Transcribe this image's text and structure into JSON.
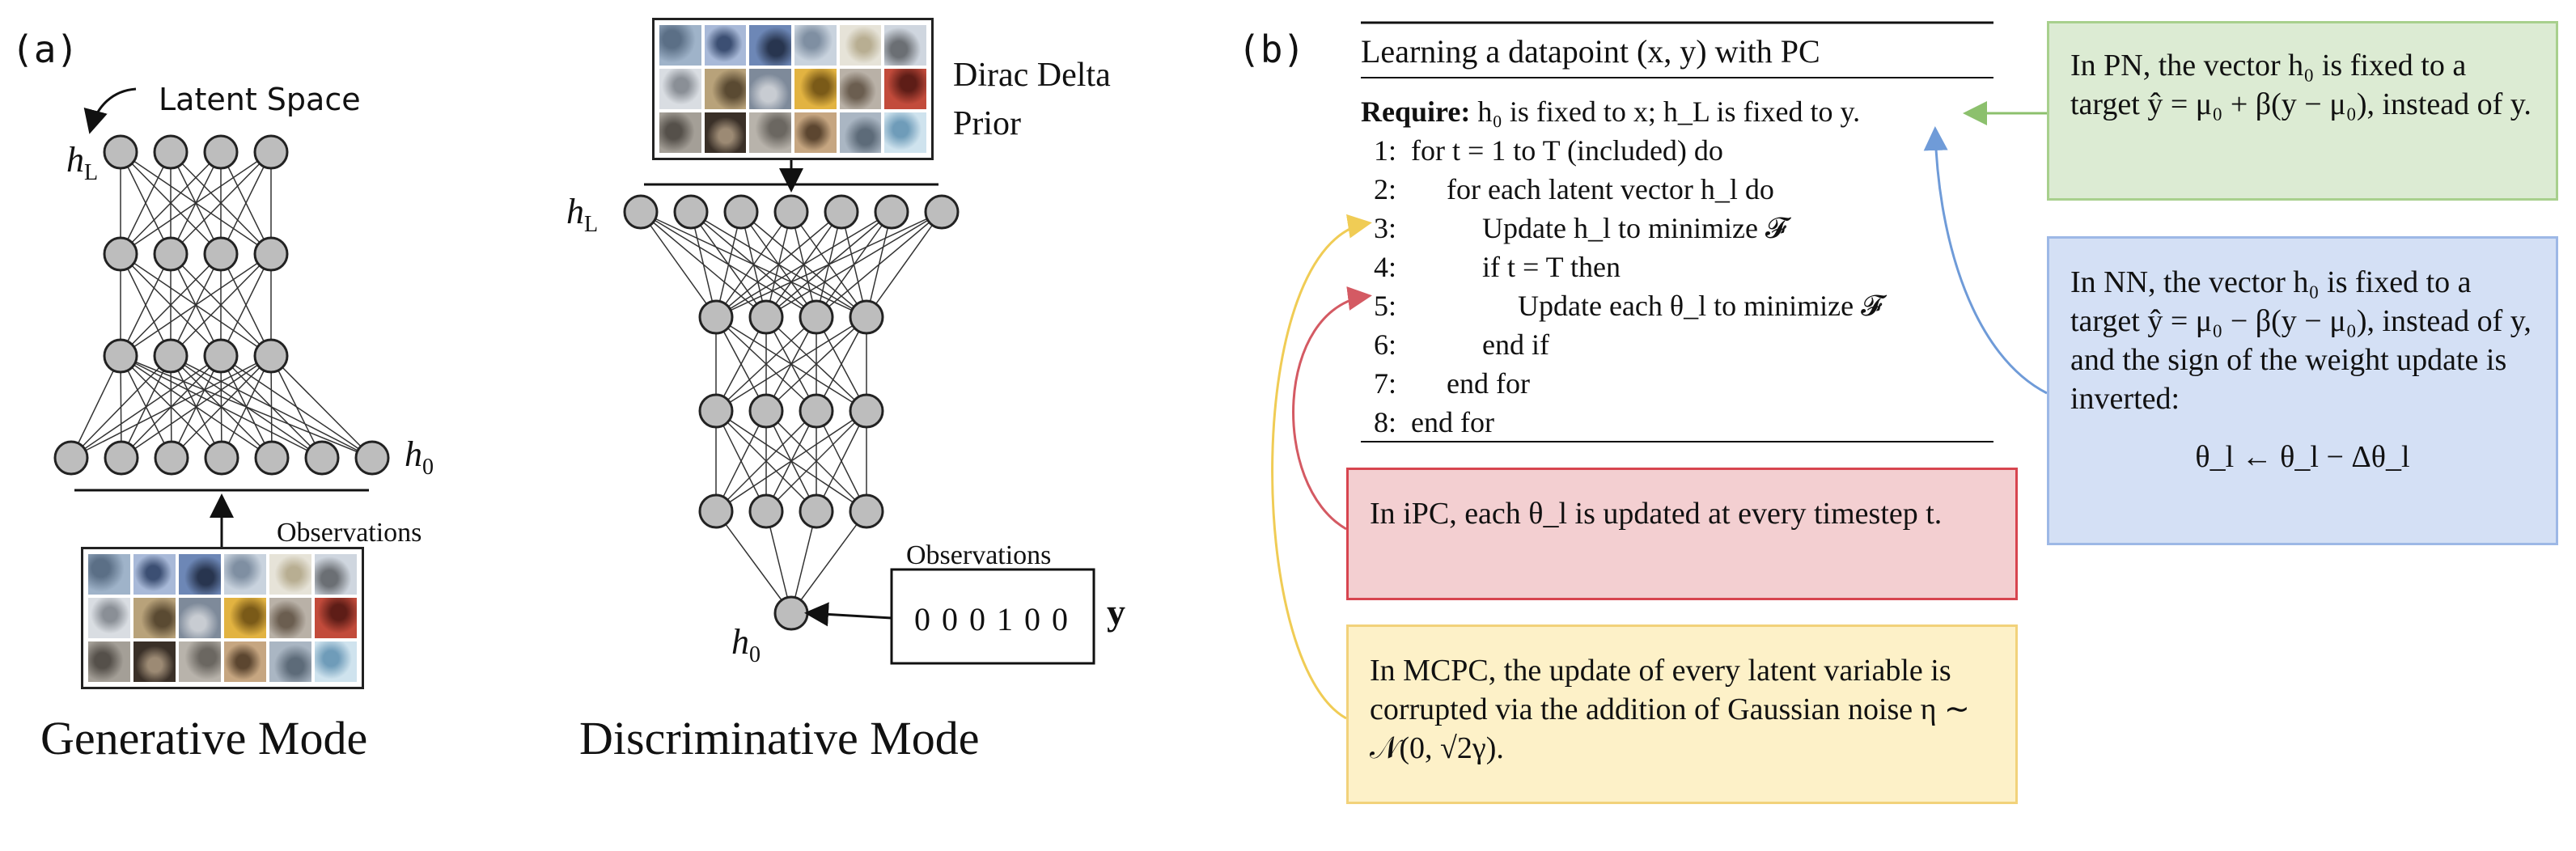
{
  "panel_a": {
    "tag": "(a)",
    "generative": {
      "title": "Generative Mode",
      "latent_label": "Latent Space",
      "top_layer": "h_L",
      "bottom_layer": "h_0",
      "observations_label": "Observations"
    },
    "discriminative": {
      "title": "Discriminative Mode",
      "prior_label_line1": "Dirac Delta",
      "prior_label_line2": "Prior",
      "top_layer": "h_L",
      "bottom_layer": "h_0",
      "observations_label": "Observations",
      "label_vector": "0 0 0 1 0 0",
      "label_symbol": "y"
    }
  },
  "panel_b": {
    "tag": "(b)",
    "algorithm": {
      "title": "Learning a datapoint (x, y) with PC",
      "require": "Require:",
      "require_text": "h₀ is fixed to x; h_L is fixed to y.",
      "lines": [
        {
          "num": "1:",
          "text": "for t = 1 to T (included) do"
        },
        {
          "num": "2:",
          "text": "for each latent vector h_l do"
        },
        {
          "num": "3:",
          "text": "Update h_l to minimize 𝓕"
        },
        {
          "num": "4:",
          "text": "if t = T then"
        },
        {
          "num": "5:",
          "text": "Update each θ_l to minimize 𝓕"
        },
        {
          "num": "6:",
          "text": "end if"
        },
        {
          "num": "7:",
          "text": "end for"
        },
        {
          "num": "8:",
          "text": "end for"
        }
      ]
    },
    "boxes": {
      "pn": {
        "name": "PN",
        "text": "In PN, the vector h₀ is fixed to a target ŷ = μ₀ + β(y − μ₀), instead of y."
      },
      "nn": {
        "name": "NN",
        "text": "In NN, the vector h₀ is fixed to a target ŷ = μ₀ − β(y − μ₀), instead of y, and the sign of the weight update is inverted:",
        "equation": "θ_l ← θ_l − Δθ_l"
      },
      "ipc": {
        "name": "iPC",
        "text": "In iPC, each θ_l is updated at every timestep t."
      },
      "mcpc": {
        "name": "MCPC",
        "text": "In MCPC, the update of every latent variable is corrupted via the addition of Gaussian noise η ∼ 𝒩(0, √2γ)."
      }
    },
    "colors": {
      "pn_fill": "#dcebd3",
      "pn_border": "#a8d08d",
      "pn_arrow": "#8cc06d",
      "nn_fill": "#d4e0f5",
      "nn_border": "#9db8e6",
      "nn_arrow": "#6f9bd8",
      "ipc_fill": "#f3cfd1",
      "ipc_border": "#d7454f",
      "ipc_arrow": "#d45a63",
      "mcpc_fill": "#fdf1c8",
      "mcpc_border": "#f2d27a",
      "mcpc_arrow": "#f0cc55",
      "node_fill": "#bdbdbd",
      "node_stroke": "#222222"
    }
  }
}
